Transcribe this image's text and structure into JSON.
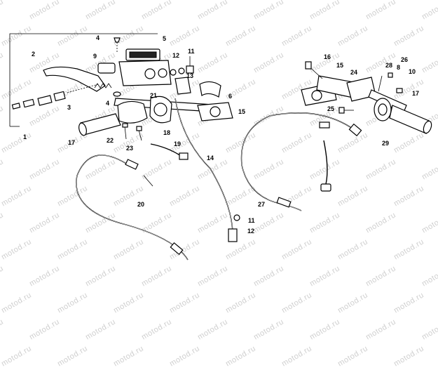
{
  "watermark": "motod.ru",
  "labels": [
    "1",
    "2",
    "3",
    "4",
    "4",
    "5",
    "6",
    "9",
    "10",
    "11",
    "11",
    "12",
    "12",
    "13",
    "14",
    "15",
    "15",
    "16",
    "17",
    "17",
    "18",
    "19",
    "20",
    "21",
    "22",
    "23",
    "24",
    "25",
    "26",
    "27",
    "28",
    "29",
    "8"
  ],
  "colors": {
    "line": "#000000",
    "background": "#ffffff",
    "watermark": "#cfcfcf"
  }
}
